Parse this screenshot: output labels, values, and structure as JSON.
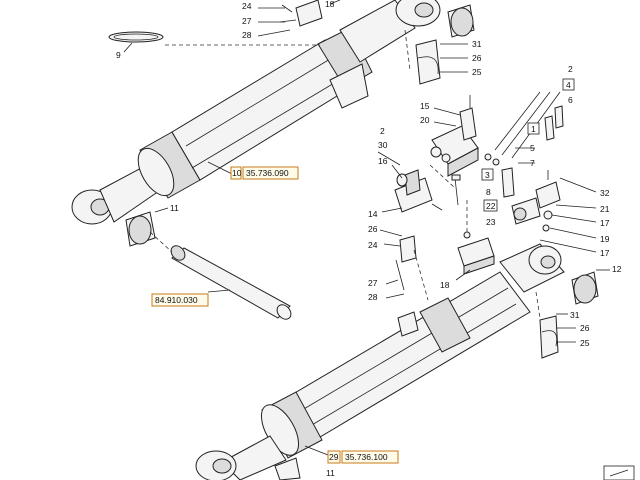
{
  "labels": {
    "l24a": "24",
    "l27a": "27",
    "l28a": "28",
    "l18a": "18",
    "l9": "9",
    "l31a": "31",
    "l26a": "26",
    "l25a": "25",
    "l2a": "2",
    "l4": "4",
    "l6": "6",
    "l15": "15",
    "l20": "20",
    "l1": "1",
    "l5": "5",
    "l7": "7",
    "l2b": "2",
    "l30": "30",
    "l16": "16",
    "l3": "3",
    "l8": "8",
    "l14": "14",
    "l32": "32",
    "l21": "21",
    "l17a": "17",
    "l19": "19",
    "l17b": "17",
    "l12": "12",
    "l22": "22",
    "l23": "23",
    "l18b": "18",
    "l11a": "11",
    "l26b": "26",
    "l24b": "24",
    "l27b": "27",
    "l28b": "28",
    "l31b": "31",
    "l26c": "26",
    "l25b": "25",
    "l11b": "11"
  },
  "refs": {
    "r1_num": "10",
    "r1_code": "35.736.090",
    "r2_code": "84.910.030",
    "r3_num": "29",
    "r3_code": "35.736.100"
  }
}
